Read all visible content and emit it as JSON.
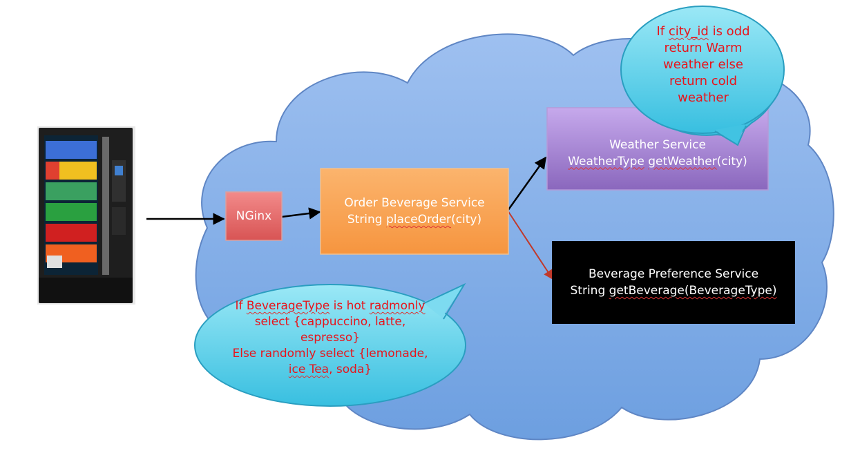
{
  "nginx": {
    "label": "NGinx"
  },
  "order_service": {
    "title": "Order Beverage Service",
    "sig_prefix": "String ",
    "sig_method": "placeOrder",
    "sig_args": "(city)"
  },
  "weather_service": {
    "title": "Weather Service",
    "sig_type": "WeatherType",
    "sig_space": " ",
    "sig_method": "getWeather",
    "sig_args": "(city)"
  },
  "beverage_service": {
    "title": "Beverage Preference Service",
    "sig_prefix": "String ",
    "sig_method": "getBeverage(BeverageType)",
    "sig_suffix": ""
  },
  "weather_note": {
    "l1a": "If ",
    "l1b": "city_id",
    "l1c": " is odd",
    "l2": "return Warm",
    "l3": "weather else",
    "l4": "return cold",
    "l5": "weather"
  },
  "beverage_note": {
    "l1a": "If ",
    "l1b": "BeverageType",
    "l1c": " is hot ",
    "l1d": "radmonly",
    "l2": "select {cappuccino, latte,",
    "l3": "espresso}",
    "l4": "Else randomly select {lemonade,",
    "l5a": "ice Tea",
    "l5b": ", soda}"
  },
  "colors": {
    "cloud": "#8fb6ea",
    "nginx": "#e46c6c",
    "order": "#f9a85a",
    "weather": "#ab8ad6",
    "beverage": "#000000",
    "bubble": "#4fc9e6",
    "note_text": "#e8141b"
  }
}
